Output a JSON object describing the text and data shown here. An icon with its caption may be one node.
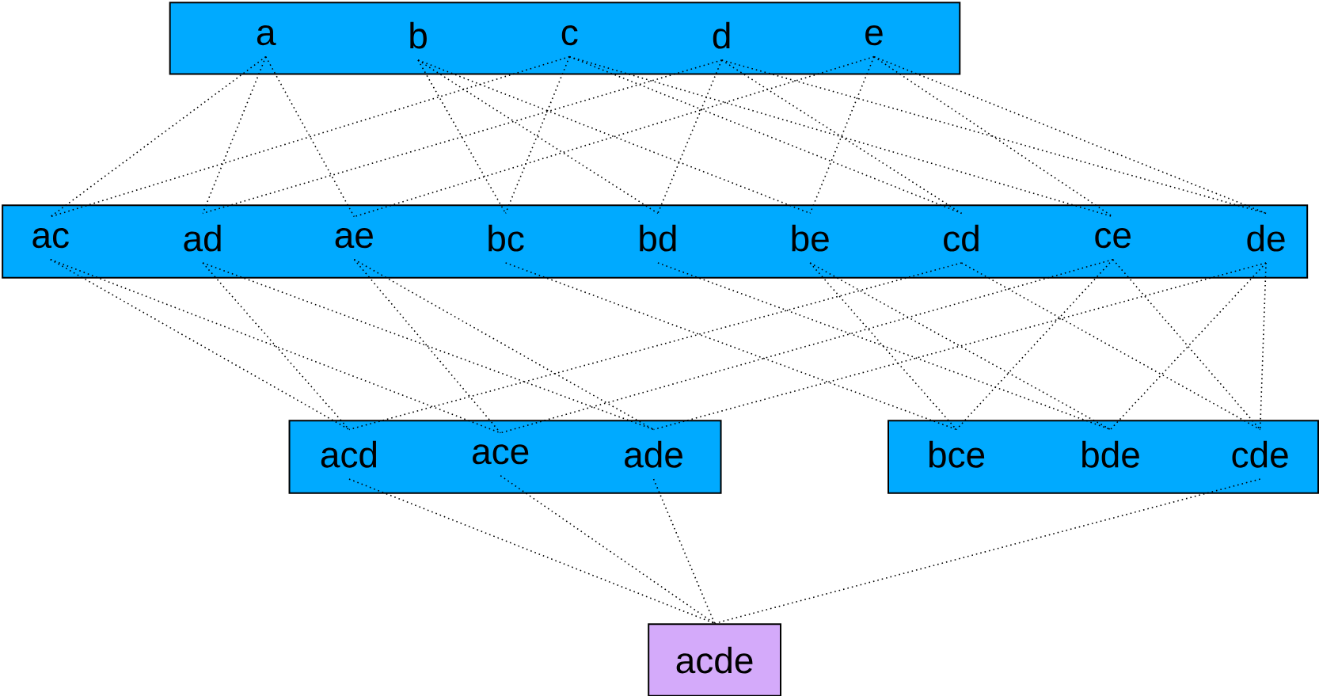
{
  "diagram": {
    "nodes": [
      {
        "text": [],
        "shape": "box"
      },
      {
        "text": [
          "a"
        ],
        "in": 0
      },
      {
        "text": [
          "b"
        ],
        "in": 0
      },
      {
        "text": [
          "c"
        ],
        "in": 0
      },
      {
        "text": [
          "d"
        ],
        "in": 0
      },
      {
        "text": [
          "e"
        ],
        "in": 0
      },
      {
        "text": [],
        "shape": "box"
      },
      {
        "text": [
          "ac"
        ],
        "in": 6
      },
      {
        "text": [
          "ad"
        ],
        "in": 6
      },
      {
        "text": [
          "ae"
        ],
        "in": 6
      },
      {
        "text": [
          "bc"
        ],
        "in": 6
      },
      {
        "text": [
          "bd"
        ],
        "in": 6
      },
      {
        "text": [
          "be"
        ],
        "in": 6
      },
      {
        "text": [
          "cd"
        ],
        "in": 6
      },
      {
        "text": [
          "ce"
        ],
        "in": 6
      },
      {
        "text": [
          "de"
        ],
        "in": 6
      },
      {
        "text": [],
        "shape": "box"
      },
      {
        "text": [
          "acd"
        ],
        "in": 16
      },
      {
        "text": [
          "ace"
        ],
        "in": 16
      },
      {
        "text": [
          "ade"
        ],
        "in": 16
      },
      {
        "text": [],
        "shape": "box"
      },
      {
        "text": [
          "bce"
        ],
        "in": 20
      },
      {
        "text": [
          "bde"
        ],
        "in": 20
      },
      {
        "text": [
          "cde"
        ],
        "in": 20
      },
      {
        "text": [
          "acde"
        ]
      }
    ],
    "edges": [
      {
        "from": 1,
        "to": 7,
        "arrow": "none"
      },
      {
        "from": 1,
        "to": 8,
        "arrow": "none"
      },
      {
        "from": 1,
        "to": 9,
        "arrow": "none"
      },
      {
        "from": 2,
        "to": 10,
        "arrow": "none"
      },
      {
        "from": 2,
        "to": 11,
        "arrow": "none"
      },
      {
        "from": 2,
        "to": 12,
        "arrow": "none"
      },
      {
        "from": 3,
        "to": 7,
        "arrow": "none"
      },
      {
        "from": 3,
        "to": 10,
        "arrow": "none"
      },
      {
        "from": 3,
        "to": 13,
        "arrow": "none"
      },
      {
        "from": 3,
        "to": 14,
        "arrow": "none"
      },
      {
        "from": 4,
        "to": 8,
        "arrow": "none"
      },
      {
        "from": 4,
        "to": 11,
        "arrow": "none"
      },
      {
        "from": 4,
        "to": 13,
        "arrow": "none"
      },
      {
        "from": 4,
        "to": 15,
        "arrow": "none"
      },
      {
        "from": 5,
        "to": 9,
        "arrow": "none"
      },
      {
        "from": 5,
        "to": 12,
        "arrow": "none"
      },
      {
        "from": 5,
        "to": 14,
        "arrow": "none"
      },
      {
        "from": 5,
        "to": 15,
        "arrow": "none"
      },
      {
        "from": 7,
        "to": 17,
        "arrow": "none"
      },
      {
        "from": 7,
        "to": 18,
        "arrow": "none"
      },
      {
        "from": 8,
        "to": 17,
        "arrow": "none"
      },
      {
        "from": 8,
        "to": 19,
        "arrow": "none"
      },
      {
        "from": 9,
        "to": 18,
        "arrow": "none"
      },
      {
        "from": 9,
        "to": 19,
        "arrow": "none"
      },
      {
        "from": 10,
        "to": 21,
        "arrow": "none"
      },
      {
        "from": 11,
        "to": 22,
        "arrow": "none"
      },
      {
        "from": 12,
        "to": 21,
        "arrow": "none"
      },
      {
        "from": 12,
        "to": 22,
        "arrow": "none"
      },
      {
        "from": 13,
        "to": 17,
        "arrow": "none"
      },
      {
        "from": 13,
        "to": 23,
        "arrow": "none"
      },
      {
        "from": 14,
        "to": 18,
        "arrow": "none"
      },
      {
        "from": 14,
        "to": 21,
        "arrow": "none"
      },
      {
        "from": 14,
        "to": 23,
        "arrow": "none"
      },
      {
        "from": 15,
        "to": 19,
        "arrow": "none"
      },
      {
        "from": 15,
        "to": 22,
        "arrow": "none"
      },
      {
        "from": 15,
        "to": 23,
        "arrow": "none"
      },
      {
        "from": 17,
        "to": 24,
        "arrow": "none"
      },
      {
        "from": 18,
        "to": 24,
        "arrow": "none"
      },
      {
        "from": 19,
        "to": 24,
        "arrow": "none"
      },
      {
        "from": 23,
        "to": 24,
        "arrow": "none"
      }
    ]
  }
}
